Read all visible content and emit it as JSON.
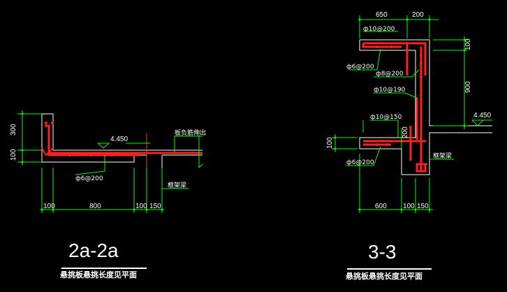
{
  "left": {
    "title": "2a-2a",
    "subtitle": "悬挑板悬挑长度见平面",
    "elevation": "4.450",
    "rebar_label": "ф6@200",
    "note_top": "板负筋伸出",
    "note_beam": "框架梁",
    "dims_h": [
      "100",
      "800",
      "100",
      "150"
    ],
    "dims_v": [
      "300",
      "100"
    ]
  },
  "right": {
    "title": "3-3",
    "subtitle": "悬挑板悬挑长度见平面",
    "elevation": "4.450",
    "rebar_1": "ф10@200",
    "rebar_2": "ф6@200",
    "rebar_3": "ф8@200",
    "rebar_4": "ф10@190",
    "rebar_5": "ф10@150",
    "rebar_6": "ф6@200",
    "note_beam": "框架梁",
    "dims_top": [
      "650",
      "200"
    ],
    "dims_bottom": [
      "600",
      "100",
      "150"
    ],
    "dims_v_right": [
      "100",
      "900"
    ],
    "dims_v_left": "100",
    "dim_200": "200"
  },
  "colors": {
    "concrete": "#ffffff",
    "rebar": "#ff2020",
    "dimension": "#00ff00",
    "text": "#ffffff"
  }
}
